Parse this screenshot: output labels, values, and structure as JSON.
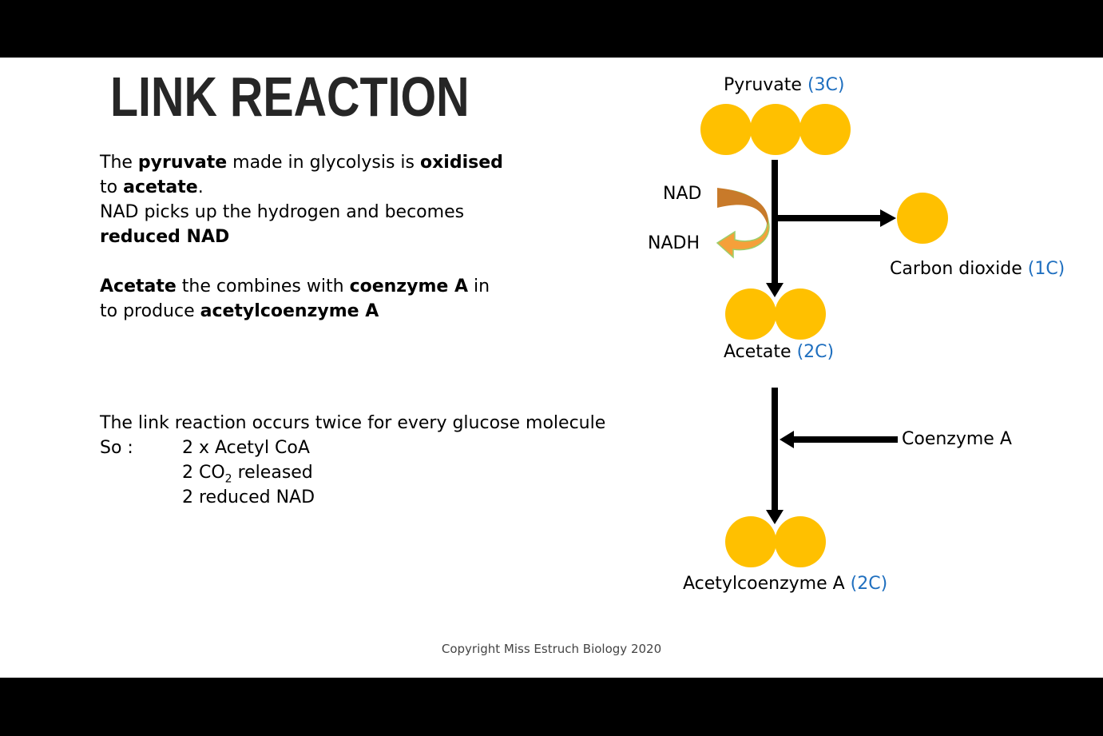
{
  "title": "LINK REACTION",
  "paragraph1": {
    "l1_a": "The ",
    "l1_b": "pyruvate",
    "l1_c": " made in glycolysis is ",
    "l1_d": "oxidised",
    "l2_a": "to ",
    "l2_b": "acetate",
    "l2_c": ".",
    "l3": "NAD picks up the hydrogen and becomes",
    "l4": "reduced NAD"
  },
  "paragraph2": {
    "l1_a": "Acetate",
    "l1_b": " the combines with ",
    "l1_c": "coenzyme A",
    "l1_d": " in",
    "l2_a": "to produce ",
    "l2_b": "acetylcoenzyme A"
  },
  "summary": {
    "intro": "The link reaction occurs twice for every glucose molecule",
    "so_label": "So :",
    "item1": "2 x Acetyl CoA",
    "item2_a": "2 CO",
    "item2_sub": "2",
    "item2_b": " released",
    "item3": "2 reduced NAD"
  },
  "diagram": {
    "pyruvate_label": "Pyruvate ",
    "pyruvate_carbons": "(3C)",
    "nad_label": "NAD",
    "nadh_label": "NADH",
    "co2_label": "Carbon dioxide ",
    "co2_carbons": "(1C)",
    "acetate_label": "Acetate ",
    "acetate_carbons": "(2C)",
    "coenzyme_label": "Coenzyme A",
    "acetylcoa_label": "Acetylcoenzyme A ",
    "acetylcoa_carbons": "(2C)"
  },
  "colors": {
    "carbon": "#ffc000",
    "accent_text": "#1f6fbf",
    "arrow": "#000000",
    "nad_arrow_dark": "#c87a2a",
    "nad_arrow_light": "#f5a03a"
  },
  "copyright": "Copyright Miss Estruch Biology 2020"
}
